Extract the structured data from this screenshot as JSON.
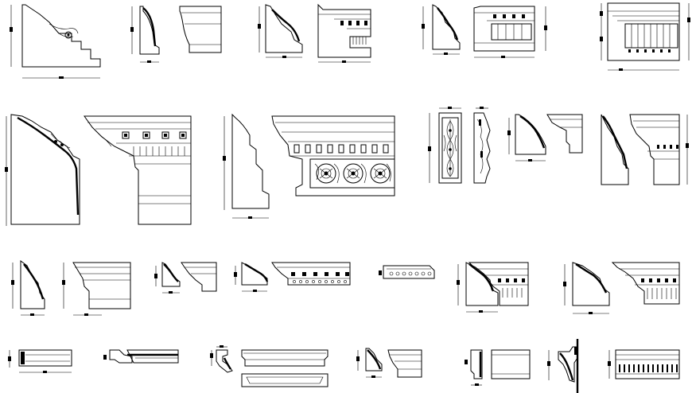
{
  "sheet": {
    "type": "CAD cornice / crown molding profile sheet",
    "background": "#ffffff",
    "ink": "#000000",
    "printed_text": []
  },
  "details": {
    "row1": [
      "dentil-cornice-section",
      "cove-cornice-pair",
      "dentil-cornice-pair-a",
      "dentil-cornice-pair-b",
      "bracket-frieze-cornice"
    ],
    "row2": [
      "large-carved-cornice-pair",
      "acanthus-frieze-cornice-pair",
      "carved-pilaster-pair",
      "small-cornice-pair",
      "tall-cornice-pair"
    ],
    "row3": [
      "cornice-pair-1",
      "cornice-pair-2",
      "dentil-strip-pair",
      "egg-dart-strip",
      "cornice-pair-3",
      "cornice-pair-4"
    ],
    "row4": [
      "flat-band-molding",
      "picture-rail-strip",
      "small-crown-profile",
      "cap-molding",
      "cornice-pair-5",
      "panel-profile-pair",
      "wall-crown-section",
      "dentil-frieze-strip"
    ]
  }
}
